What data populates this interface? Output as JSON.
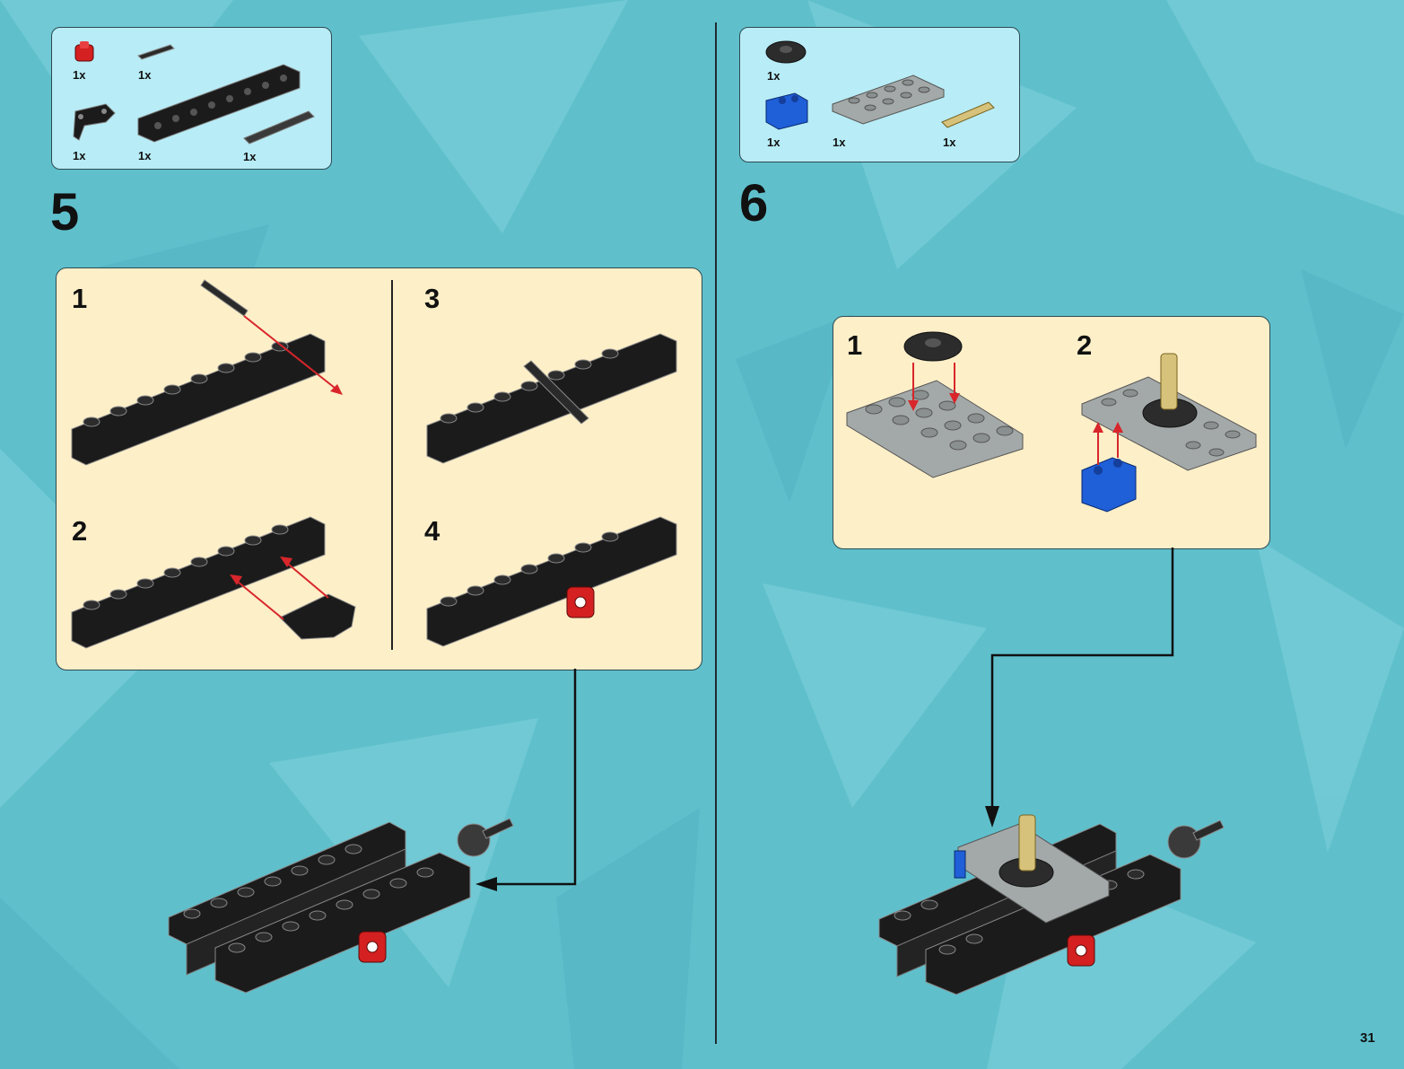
{
  "page_number": "31",
  "steps": [
    {
      "number": "5",
      "parts_quantities": [
        "1x",
        "1x",
        "1x",
        "1x",
        "1x"
      ],
      "substeps": [
        "1",
        "2",
        "3",
        "4"
      ]
    },
    {
      "number": "6",
      "parts_quantities": [
        "1x",
        "1x",
        "1x",
        "1x"
      ],
      "substeps": [
        "1",
        "2"
      ]
    }
  ],
  "colors": {
    "background": "#5fc0cc",
    "parts_box": "#b8ecf6",
    "substep_box": "#fdefc8",
    "brick_black": "#1b1b1b",
    "brick_gray": "#a3a9a8",
    "part_red": "#d42020",
    "part_blue": "#1f5fd8",
    "part_tan": "#d6c27a",
    "arrow_red": "#d8262b"
  },
  "icons": [
    "red-bush-part-icon",
    "black-axle-pin-part-icon",
    "black-beam-part-icon",
    "black-liftarm-part-icon",
    "dark-axle-part-icon",
    "round-plate-part-icon",
    "blue-technic-brick-part-icon",
    "gray-plate-part-icon",
    "tan-pin-part-icon"
  ]
}
